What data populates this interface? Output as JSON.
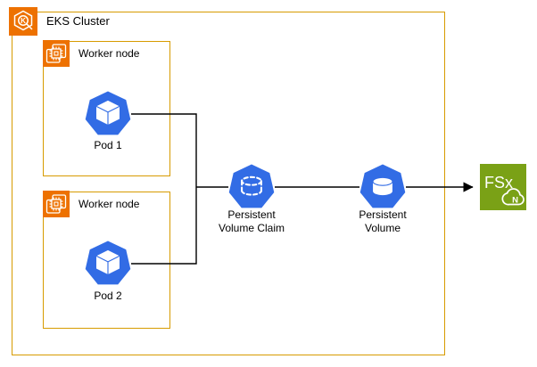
{
  "title": "EKS Cluster storage diagram",
  "colors": {
    "box_border_orange": "#D79B00",
    "aws_orange": "#ED7100",
    "k8s_blue": "#326CE5",
    "fsx_green": "#7AA116",
    "connector_black": "#000000"
  },
  "cluster": {
    "label": "EKS Cluster",
    "icon": "eks-icon",
    "icon_letter": "K"
  },
  "worker_nodes": [
    {
      "label": "Worker node",
      "icon": "ec2-instance-icon"
    },
    {
      "label": "Worker node",
      "icon": "ec2-instance-icon"
    }
  ],
  "pods": [
    {
      "label": "Pod 1",
      "icon": "kubernetes-pod-icon"
    },
    {
      "label": "Pod 2",
      "icon": "kubernetes-pod-icon"
    }
  ],
  "pvc": {
    "label": "Persistent\nVolume Claim",
    "icon": "persistent-volume-claim-icon"
  },
  "pv": {
    "label": "Persistent\nVolume",
    "icon": "persistent-volume-icon"
  },
  "fsx": {
    "text": "FSx",
    "badge": "N",
    "icon": "fsx-netapp-ontap-icon"
  }
}
